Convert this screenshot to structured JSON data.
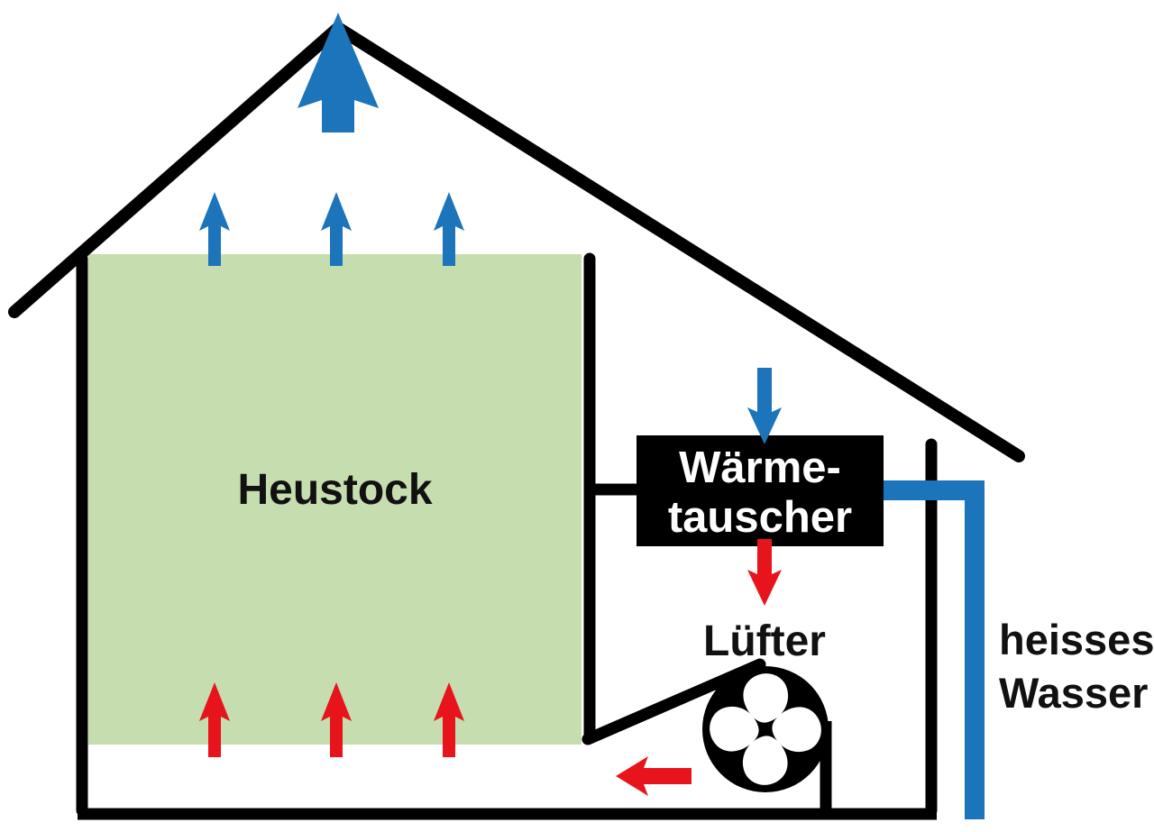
{
  "diagram": {
    "title_context": "hay drying ventilation diagram",
    "labels": {
      "hay_stack": "Heustock",
      "heat_exchanger_line1": "Wärme-",
      "heat_exchanger_line2": "tauscher",
      "fan": "Lüfter",
      "hot_water_line1": "heisses",
      "hot_water_line2": "Wasser"
    },
    "colors": {
      "line": "#000000",
      "blue": "#1c74ba",
      "red": "#e8141c",
      "green": "#c5ddaf",
      "box-bg": "#000000",
      "box-text": "#ffffff",
      "label-text": "#111111",
      "background": "#ffffff"
    },
    "icons": {
      "fan": "fan-icon",
      "arrows_up_cold": "blue-up-arrow",
      "arrows_up_warm": "red-up-arrow",
      "exhaust": "big-blue-up-arrow"
    }
  }
}
